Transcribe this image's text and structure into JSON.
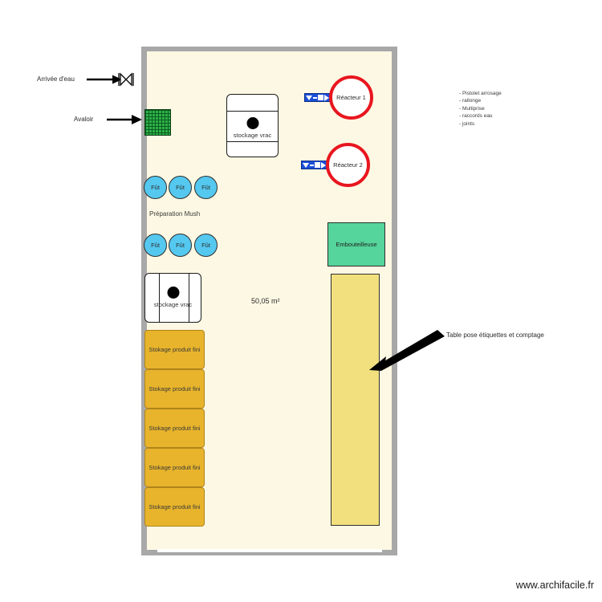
{
  "app": {
    "watermark": "www.archifacile.fr"
  },
  "plan": {
    "area_label": "50,05 m²",
    "room_fill": "#fdf8e3",
    "wall_color": "#a8a8a8"
  },
  "annotations": {
    "water_inlet": {
      "label": "Arrivée d'eau",
      "icon": "valve-icon"
    },
    "drain": {
      "label": "Avaloir",
      "icon": "drain-grid-icon"
    },
    "labelling_table": {
      "label": "Table pose étiquettes et comptage"
    }
  },
  "notes": {
    "items": [
      "- Pistolet arrosage",
      "- rallonge",
      "- Multiprise",
      "- raccords eau",
      "- joints"
    ]
  },
  "equipment": {
    "bulk_storage_top": {
      "label": "stockage vrac"
    },
    "bulk_storage_bottom": {
      "label": "stockage vrac"
    },
    "barrels_row1": [
      {
        "label": "Fût"
      },
      {
        "label": "Fût"
      },
      {
        "label": "Fût"
      }
    ],
    "barrels_row2": [
      {
        "label": "Fût"
      },
      {
        "label": "Fût"
      },
      {
        "label": "Fût"
      }
    ],
    "prep_label": "Préparation Mush",
    "reactors": [
      {
        "label": "Réacteur 1"
      },
      {
        "label": "Réacteur 2"
      }
    ],
    "bottler": {
      "label": "Embouteilleuse",
      "color": "#55d49b"
    },
    "long_table": {
      "color": "#f2e07e"
    },
    "finished_storage": [
      {
        "label": "Stokage produit fini"
      },
      {
        "label": "Stokage produit fini"
      },
      {
        "label": "Stokage produit fini"
      },
      {
        "label": "Stokage produit fini"
      },
      {
        "label": "Stokage produit fini"
      }
    ]
  },
  "colors": {
    "barrel_blue": "#55c8ef",
    "reactor_red": "#e8161f",
    "storage_gold": "#e8b42b",
    "drain_green": "#2eb24a",
    "door_blue": "#1a4fd6"
  }
}
